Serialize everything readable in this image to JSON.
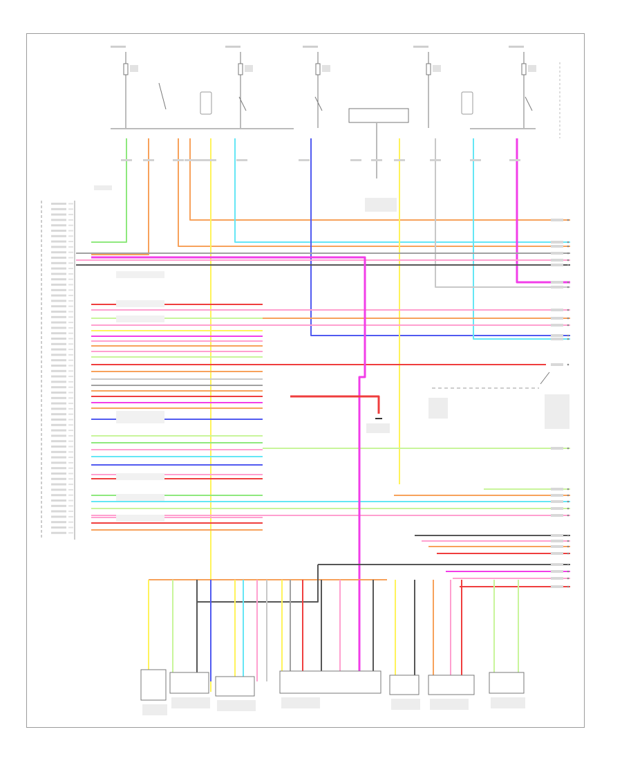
{
  "figure_id": "",
  "ecu_label": "",
  "wire_colors": {
    "orange": "#f7a15a",
    "yellow": "#fff35a",
    "cyan": "#64e6f5",
    "magenta": "#f23de8",
    "pink": "#ff9fcf",
    "red": "#ef3d3d",
    "green": "#8ee87d",
    "lightgreen": "#c8f59a",
    "blue": "#5059f0",
    "gray": "#a0a0a0",
    "darkgray": "#555555",
    "lightgray": "#c8c8c8"
  },
  "components": [
    {
      "id": "ignition-switch-fuse-1"
    },
    {
      "id": "ignition-switch-fuse-2"
    },
    {
      "id": "ignition-switch-fuse-3"
    },
    {
      "id": "ignition-switch-fuse-4"
    },
    {
      "id": "ignition-switch-fuse-5"
    },
    {
      "id": "main-relay"
    },
    {
      "id": "pcm-connector"
    },
    {
      "id": "ground-point"
    },
    {
      "id": "sensor-1"
    },
    {
      "id": "sensor-2"
    },
    {
      "id": "sensor-3"
    },
    {
      "id": "sensor-4"
    },
    {
      "id": "sensor-5"
    },
    {
      "id": "sensor-6"
    },
    {
      "id": "sensor-7"
    },
    {
      "id": "sensor-8"
    }
  ]
}
